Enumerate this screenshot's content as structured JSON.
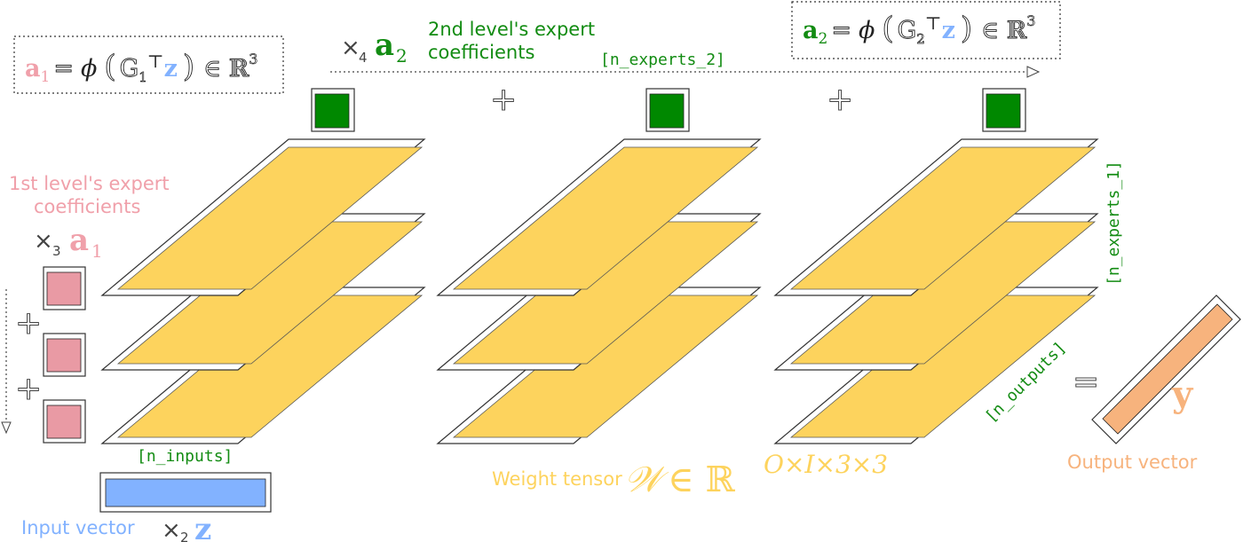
{
  "colors": {
    "gold": "#fdd35d",
    "pink": "#e99aa4",
    "pink_text": "#f0a0aa",
    "green": "#008800",
    "green_text": "#138c13",
    "blue": "#82b2ff",
    "orange": "#f7b37d",
    "grey_text": "#444444"
  },
  "labels": {
    "second_level_coeffs": [
      "2nd level's expert",
      "coefficients"
    ],
    "first_level_coeffs": [
      "1st level's expert",
      "coefficients"
    ],
    "n_experts_2": "[n_experts_2]",
    "n_experts_1": "[n_experts_1]",
    "n_inputs": "[n_inputs]",
    "n_outputs": "[n_outputs]",
    "input_vector": "Input vector",
    "output_vector": "Output vector",
    "weight_tensor": "Weight tensor"
  },
  "math": {
    "times4": "×",
    "sub4": "4",
    "a2_bold": "a",
    "a2_sub": "2",
    "times3": "×",
    "sub3": "3",
    "a1_bold": "a",
    "a1_sub": "1",
    "times2": "×",
    "sub2": "2",
    "z_bold": "z",
    "y_bold": "y",
    "plus": "+",
    "equals": "=",
    "W_symbol": "𝒲",
    "in_R": "∈ ℝ",
    "W_exponent": "O×I×3×3"
  },
  "formula_a1": {
    "lhs_a": "a",
    "lhs_sub": "1",
    "eq": "=",
    "phi": "ϕ",
    "lp": "(",
    "G": "G",
    "G_sub": "1",
    "T": "⊤",
    "z": "z",
    "rp": ")",
    "in_R": "∈ ℝ",
    "exp": "3"
  },
  "formula_a2": {
    "lhs_a": "a",
    "lhs_sub": "2",
    "eq": "=",
    "phi": "ϕ",
    "lp": "(",
    "G": "G",
    "G_sub": "2",
    "T": "⊤",
    "z": "z",
    "rp": ")",
    "in_R": "∈ ℝ",
    "exp": "3"
  }
}
